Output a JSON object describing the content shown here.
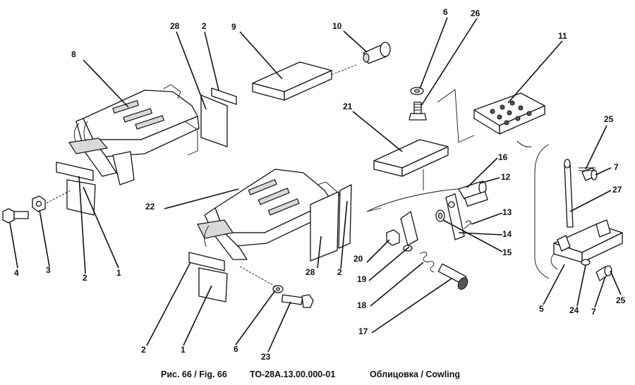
{
  "caption": {
    "fig": "Рис. 66 / Fig. 66",
    "code": "ТО-28А.13.00.000-01",
    "title": "Облицовка / Cowling"
  },
  "callouts": {
    "c8": "8",
    "c28a": "28",
    "c2a": "2",
    "c9": "9",
    "c10": "10",
    "c6a": "6",
    "c26": "26",
    "c11": "11",
    "c21": "21",
    "c16": "16",
    "c12": "12",
    "c25a": "25",
    "c7a": "7",
    "c27": "27",
    "c13": "13",
    "c14": "14",
    "c15": "15",
    "c22": "22",
    "c4": "4",
    "c3": "3",
    "c2b": "2",
    "c1a": "1",
    "c20": "20",
    "c19": "19",
    "c18": "18",
    "c17": "17",
    "c28b": "28",
    "c2c": "2",
    "c5": "5",
    "c24": "24",
    "c7b": "7",
    "c25b": "25",
    "c2d": "2",
    "c1b": "1",
    "c6b": "6",
    "c23": "23"
  }
}
